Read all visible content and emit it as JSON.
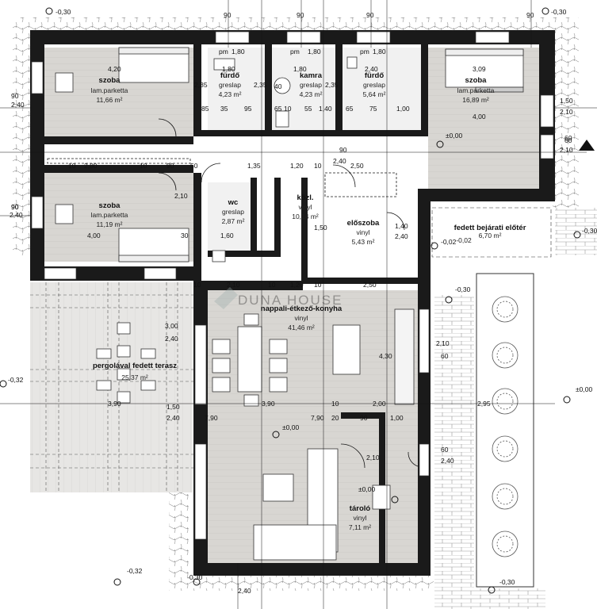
{
  "watermark": "DUNA HOUSE",
  "rooms": [
    {
      "id": "szoba1",
      "name": "szoba",
      "floor": "lam.parketta",
      "area": "11,66 m²"
    },
    {
      "id": "furdo1",
      "name": "fürdő",
      "floor": "greslap",
      "area": "4,23 m²"
    },
    {
      "id": "kamra",
      "name": "kamra",
      "floor": "greslap",
      "area": "4,23 m²"
    },
    {
      "id": "furdo2",
      "name": "fürdő",
      "floor": "greslap",
      "area": "5,64 m²"
    },
    {
      "id": "szoba2",
      "name": "szoba",
      "floor": "lam.parketta",
      "area": "16,89 m²"
    },
    {
      "id": "szoba3",
      "name": "szoba",
      "floor": "lam.parketta",
      "area": "11,19 m²"
    },
    {
      "id": "wc",
      "name": "wc",
      "floor": "greslap",
      "area": "2,87 m²"
    },
    {
      "id": "kozl",
      "name": "közl.",
      "floor": "vinyl",
      "area": "10,14 m²"
    },
    {
      "id": "eloszoba",
      "name": "előszoba",
      "floor": "vinyl",
      "area": "5,43 m²"
    },
    {
      "id": "bejarati",
      "name": "fedett bejárati előtér",
      "floor": "-0,02",
      "area": "6,70 m²"
    },
    {
      "id": "nappali",
      "name": "nappali-étkező-konyha",
      "floor": "vinyl",
      "area": "41,46 m²"
    },
    {
      "id": "terasz",
      "name": "pergolával fedett terasz",
      "floor": "",
      "area": "25,37 m²"
    },
    {
      "id": "tarolo",
      "name": "tároló",
      "floor": "vinyl",
      "area": "7,11 m²"
    }
  ],
  "levels": [
    "-0,30",
    "-0,30",
    "-0,30",
    "-0,32",
    "-0,32",
    "-0,30",
    "-0,30",
    "-0,30",
    "±0,00",
    "±0,00",
    "±0,00",
    "-0,02",
    "±0,00",
    "±0,00"
  ],
  "dims": [
    "90",
    "90",
    "90",
    "90",
    "90",
    "90",
    "4,20",
    "1,80",
    "1,80",
    "2,40",
    "3,09",
    "2,35",
    "2,35",
    "2,35",
    "2,40",
    "60",
    "1,80",
    "1,80",
    "1,80",
    "pm",
    "pm",
    "pm",
    "90",
    "2,40",
    "1,50",
    "2,10",
    "60",
    "2,10",
    "10",
    "2,80",
    "10",
    "90",
    "50",
    "1,35",
    "1,20",
    "10",
    "2,50",
    "90",
    "2,40",
    "2,10",
    "4,00",
    "4,00",
    "30",
    "1,60",
    "10",
    "2,10",
    "10",
    "1,20",
    "10",
    "2,50",
    "3,00",
    "2,40",
    "3,90",
    "3,90",
    "10",
    "2,00",
    "2,95",
    "1,50",
    "2,40",
    "7,90",
    "7,90",
    "20",
    "90",
    "1,00",
    "2,10",
    "60",
    "60",
    "2,40",
    "4,30",
    "2,10",
    "1,40",
    "2,40",
    "10",
    "65",
    "1,00",
    "95",
    "55",
    "85",
    "75",
    "35",
    "1,40",
    "65",
    "40",
    "1,50",
    "2,40"
  ]
}
